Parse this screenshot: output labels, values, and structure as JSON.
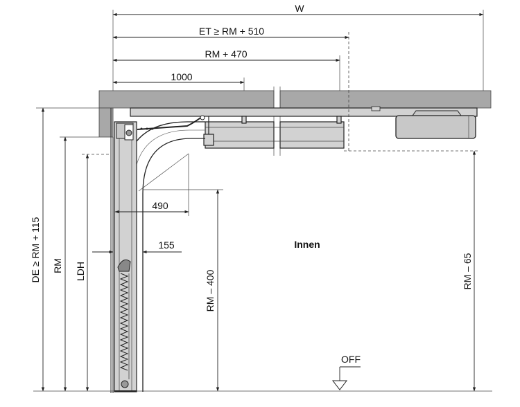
{
  "labels": {
    "w": "W",
    "et": "ET ≥ RM + 510",
    "rm470": "RM + 470",
    "d1000": "1000",
    "d490": "490",
    "d155": "155",
    "innen": "Innen",
    "de": "DE ≥ RM + 115",
    "rm": "RM",
    "ldh": "LDH",
    "rm400": "RM – 400",
    "rm65": "RM – 65",
    "off": "OFF"
  },
  "colors": {
    "ceiling": "#a8a8a8",
    "track": "#d2d2d2",
    "motor": "#c8c8c8",
    "line": "#222222"
  }
}
